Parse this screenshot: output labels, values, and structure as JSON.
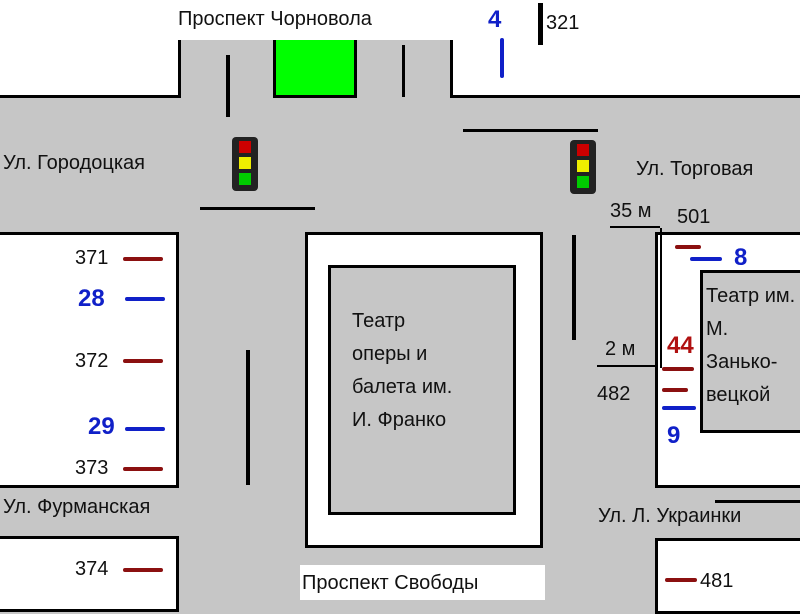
{
  "streets": {
    "top": "Проспект Чорновола",
    "left_top": "Ул. Городоцкая",
    "right_top": "Ул. Торговая",
    "left_mid": "Ул. Фурманская",
    "bottom": "Проспект Свободы",
    "right_mid": "Ул. Л. Украинки"
  },
  "buildings": {
    "opera": "Театр оперы и балета им. И. Франко",
    "zankovetska": "Театр им. М. Занько-вецкой"
  },
  "stops": {
    "s321": "321",
    "s4": "4",
    "s371": "371",
    "s28": "28",
    "s372": "372",
    "s29": "29",
    "s373": "373",
    "s374": "374",
    "s501": "501",
    "s8": "8",
    "s44": "44",
    "s482": "482",
    "s9": "9",
    "s481": "481"
  },
  "distances": {
    "d35": "35 м",
    "d2": "2 м"
  },
  "colors": {
    "road": "#c6c6c6",
    "tram_red": "#8b1010",
    "bus_blue": "#1020c8",
    "park": "#00ff00"
  }
}
